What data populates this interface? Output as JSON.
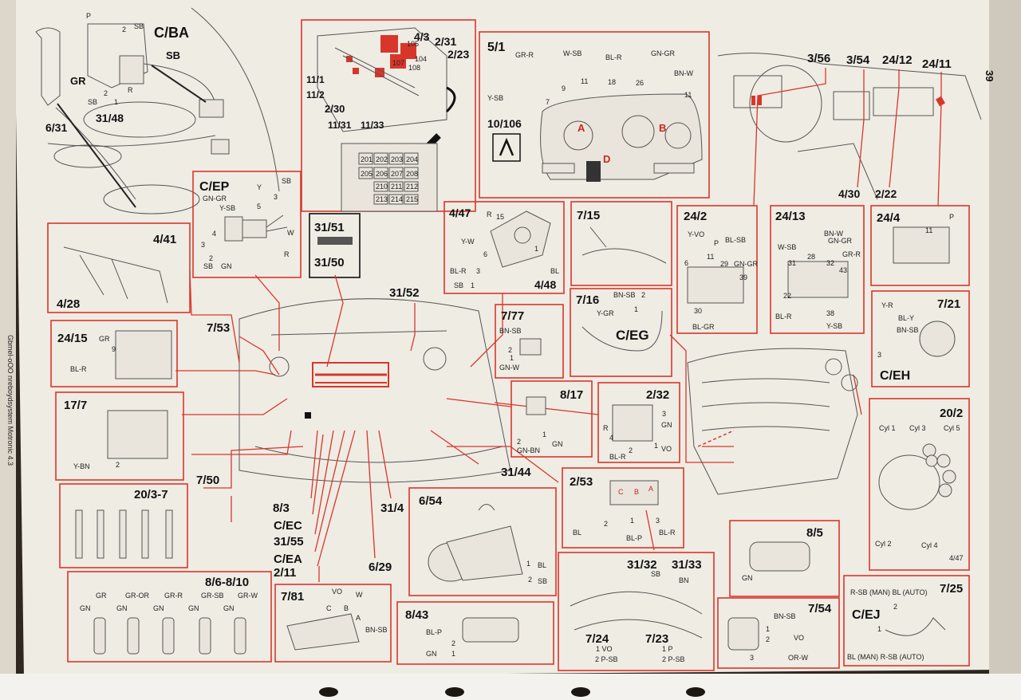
{
  "page": {
    "number": "39",
    "colors": {
      "paper": "#efece4",
      "leader": "#d9362b",
      "ink": "#111111"
    }
  },
  "labels": {
    "c_ba": "C/BA",
    "l_6_31": "6/31",
    "l_31_48": "31/48",
    "l_4_3": "4/3",
    "l_2_31": "2/31",
    "l_2_23": "2/23",
    "l_11_1": "11/1",
    "l_11_2": "11/2",
    "l_2_30": "2/30",
    "l_11_31": "11/31",
    "l_11_33": "11/33",
    "l_5_1": "5/1",
    "l_10_106": "10/106",
    "l_3_56": "3/56",
    "l_3_54": "3/54",
    "l_24_12": "24/12",
    "l_24_11": "24/11",
    "l_4_30": "4/30",
    "l_2_22": "2/22",
    "c_ep": "C/EP",
    "l_31_51": "31/51",
    "l_31_50": "31/50",
    "l_4_47": "4/47",
    "l_4_48": "4/48",
    "l_7_15": "7/15",
    "l_24_2": "24/2",
    "l_24_13": "24/13",
    "l_24_4": "24/4",
    "l_4_41": "4/41",
    "l_4_28": "4/28",
    "l_31_52": "31/52",
    "l_7_53": "7/53",
    "l_7_77": "7/77",
    "l_7_16": "7/16",
    "c_eg": "C/EG",
    "l_7_21": "7/21",
    "c_eh": "C/EH",
    "l_24_15": "24/15",
    "l_17_7": "17/7",
    "l_8_17": "8/17",
    "l_2_32": "2/32",
    "l_20_2": "20/2",
    "l_7_50": "7/50",
    "l_31_44": "31/44",
    "l_20_3_7": "20/3-7",
    "l_8_3": "8/3",
    "c_ec": "C/EC",
    "l_31_55": "31/55",
    "c_ea": "C/EA",
    "l_2_11": "2/11",
    "l_31_4": "31/4",
    "l_6_29": "6/29",
    "l_6_54": "6/54",
    "l_2_53": "2/53",
    "l_8_5": "8/5",
    "l_8_6_8_10": "8/6-8/10",
    "l_7_81": "7/81",
    "l_8_43": "8/43",
    "l_31_32": "31/32",
    "l_31_33": "31/33",
    "l_7_24": "7/24",
    "l_7_23": "7/23",
    "l_7_54": "7/54",
    "l_7_25": "7/25",
    "c_ej": "C/EJ"
  },
  "wires": {
    "p": "P",
    "sb": "SB",
    "gr": "GR",
    "r": "R",
    "n1": "1",
    "n2": "2",
    "gr_r": "GR-R",
    "w_sb": "W-SB",
    "bl_r": "BL-R",
    "gn_gr": "GN-GR",
    "bn_w": "BN-W",
    "y_sb": "Y-SB",
    "n9": "9",
    "n11": "11",
    "n18": "18",
    "n26": "26",
    "n7": "7",
    "mark_a": "A",
    "mark_b": "B",
    "mark_d": "D",
    "y": "Y",
    "gn": "GN",
    "n3": "3",
    "n4": "4",
    "w": "W",
    "n15": "15",
    "y_w": "Y-W",
    "bl": "BL",
    "y_vo": "Y-VO",
    "bl_sb": "BL-SB",
    "n6": "6",
    "n29": "29",
    "n39": "39",
    "n30": "30",
    "bl_gr": "BL-GR",
    "bn_w2": "BN-W",
    "w_sb2": "W-SB",
    "gr_r2": "GR-R",
    "n31": "31",
    "n28": "28",
    "n32": "32",
    "n43": "43",
    "n22": "22",
    "n38": "38",
    "bn_sb": "BN-SB",
    "y_gr": "Y-GR",
    "gn_w": "GN-W",
    "y_r": "Y-R",
    "bl_y": "BL-Y",
    "gn_bn": "GN-BN",
    "vo": "VO",
    "bl_r2": "BL-R",
    "cyl1": "Cyl 1",
    "cyl2": "Cyl 2",
    "cyl3": "Cyl 3",
    "cyl4": "Cyl 4",
    "cyl5": "Cyl 5",
    "n4_47": "4/47",
    "y_bn": "Y-BN",
    "c": "C",
    "b": "B",
    "a": "A",
    "bl_p": "BL-P",
    "gr_or": "GR-OR",
    "gr_sb": "GR-SB",
    "gr_w": "GR-W",
    "bl_p2": "BL-P",
    "bn": "BN",
    "p_sb": "P-SB",
    "n2_p_sb": "2 P-SB",
    "n1_vo": "1 VO",
    "n1_p": "1 P",
    "or_w": "OR-W",
    "r_sb_man": "R-SB (MAN) BL (AUTO)",
    "bl_man": "BL (MAN) R-SB (AUTO)",
    "bn_sb2": "BN-SB",
    "n5": "5",
    "f201": "201",
    "f202": "202",
    "f203": "203",
    "f204": "204",
    "f205": "205",
    "f206": "206",
    "f207": "207",
    "f208": "208",
    "f210": "210",
    "f211": "211",
    "f212": "212",
    "f213": "213",
    "f214": "214",
    "f215": "215",
    "f104": "104",
    "f105": "105",
    "f107": "107",
    "f108": "108"
  },
  "spine_text": "Gbmel-oOO nreboydsystem Motronic 4.3"
}
